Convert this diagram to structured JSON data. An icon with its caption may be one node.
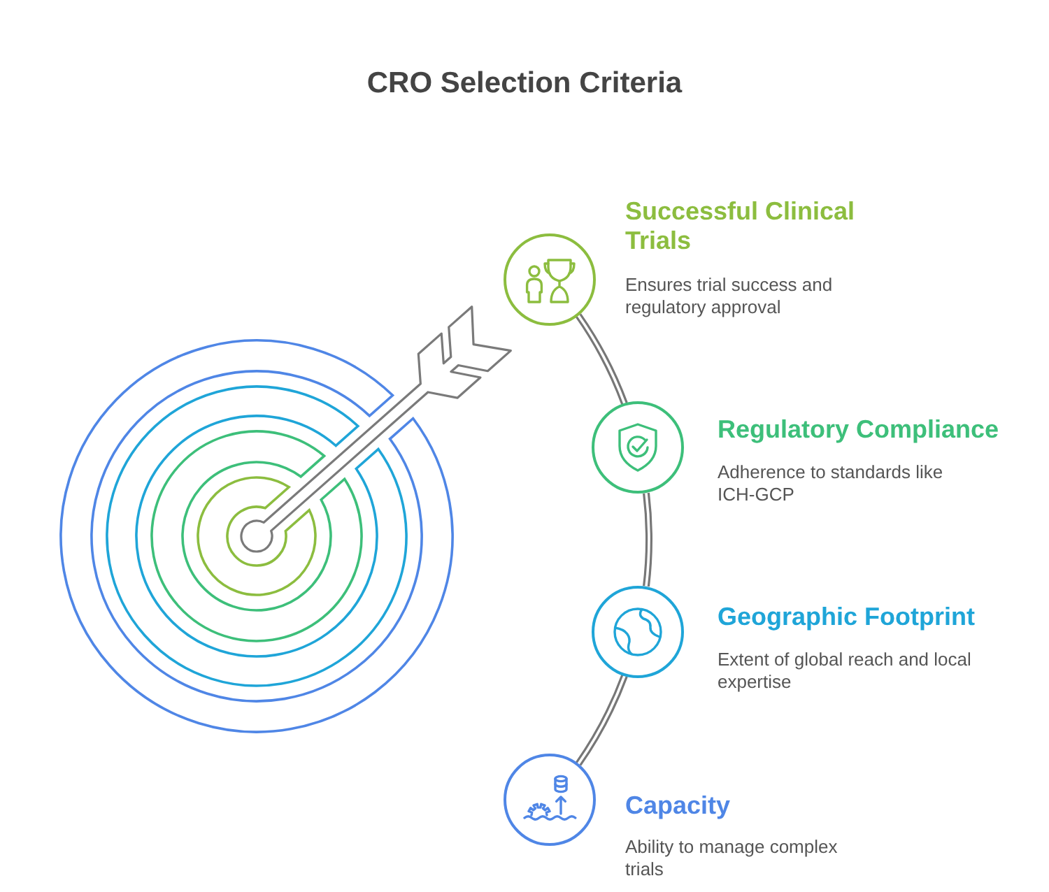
{
  "diagram": {
    "title": "CRO Selection Criteria",
    "nodes": [
      {
        "text": [
          "Successful Clinical Trials",
          "Ensures trial success and regulatory approval"
        ]
      },
      {
        "text": [
          "Regulatory Compliance",
          "Adherence to standards like ICH-GCP"
        ]
      },
      {
        "text": [
          "Geographic Footprint",
          "Extent of global reach and local expertise"
        ]
      },
      {
        "text": [
          "Capacity",
          "Ability to manage complex trials"
        ]
      }
    ],
    "edges": [
      {
        "from": 0,
        "to": 1,
        "arrow": "none"
      },
      {
        "from": 1,
        "to": 2,
        "arrow": "none"
      },
      {
        "from": 2,
        "to": 3,
        "arrow": "none"
      }
    ]
  }
}
